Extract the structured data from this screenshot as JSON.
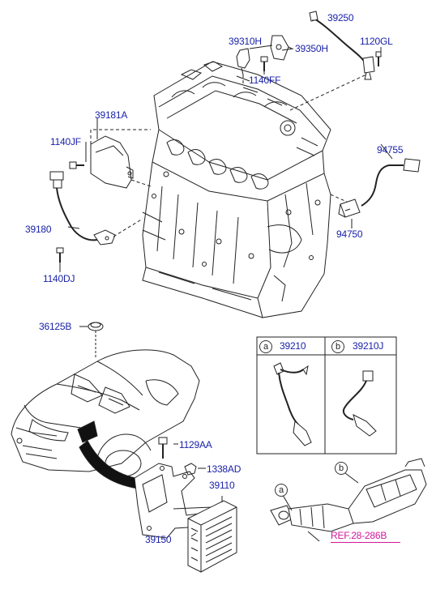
{
  "parts": {
    "p39250": "39250",
    "p39310H": "39310H",
    "p39350H": "39350H",
    "p1120GL": "1120GL",
    "p1140FF": "1140FF",
    "p39181A": "39181A",
    "p1140JF": "1140JF",
    "p94755": "94755",
    "p39180": "39180",
    "p94750": "94750",
    "p1140DJ": "1140DJ",
    "p36125B": "36125B",
    "p39210": "39210",
    "p39210J": "39210J",
    "p1129AA": "1129AA",
    "p1338AD": "1338AD",
    "p39110": "39110",
    "p39150": "39150"
  },
  "callouts": {
    "a": "a",
    "b": "b"
  },
  "reference": "REF.28-286B",
  "colors": {
    "label": "#1a22a8",
    "reference": "#d1179a",
    "line": "#222222"
  }
}
